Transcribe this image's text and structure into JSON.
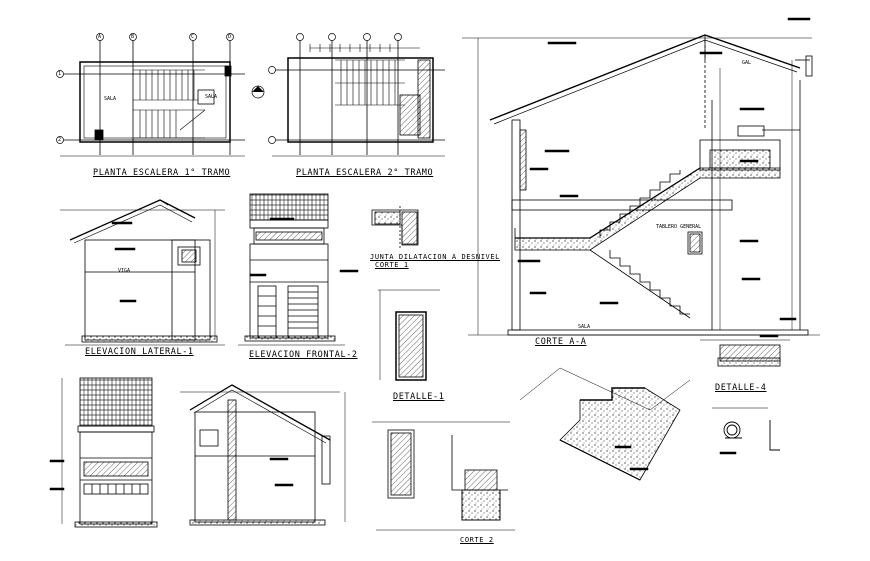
{
  "titles": {
    "planta1": "PLANTA ESCALERA 1° TRAMO",
    "planta2": "PLANTA ESCALERA 2° TRAMO",
    "elev_lateral": "ELEVACION LATERAL-1",
    "elev_frontal": "ELEVACION FRONTAL-2",
    "junta": "JUNTA DILATACION A DESNIVEL",
    "corte1": "CORTE 1",
    "corte_aa": "CORTE A-A",
    "detalle1": "DETALLE-1",
    "detalle4": "DETALLE-4",
    "corte2": "CORTE 2"
  },
  "labels": {
    "sala1": "SALA",
    "sala2": "SALA",
    "sala3": "SALA",
    "tablero": "TABLERO GENERAL",
    "viga": "VIGA",
    "gal": "GAL",
    "axis_a": "A",
    "axis_b": "B",
    "axis_c": "C",
    "axis_d": "D",
    "axis_1": "1",
    "axis_2": "2"
  },
  "colors": {
    "ink": "#000000",
    "paper": "#ffffff"
  }
}
